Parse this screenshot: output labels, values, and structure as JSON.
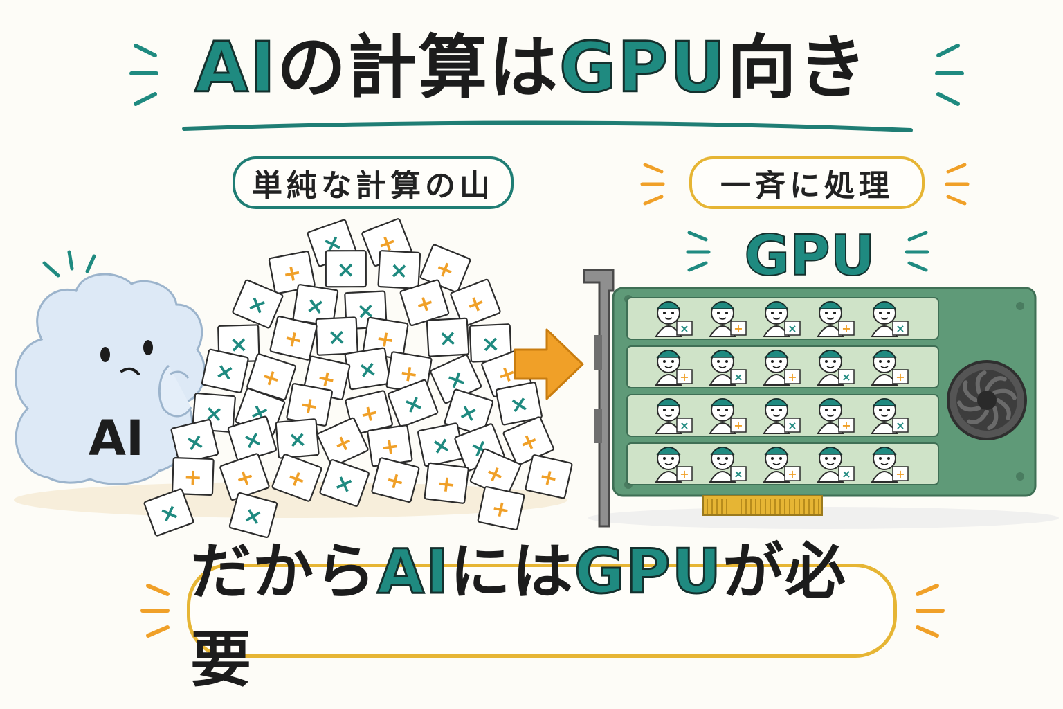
{
  "title": {
    "part1": "AI",
    "part2": "の計算は",
    "part3": "GPU",
    "part4": "向き"
  },
  "left_label": "単純な計算の山",
  "right_label": "一斉に処理",
  "gpu_label": "GPU",
  "ai_character_label": "AI",
  "card_symbols": [
    "×",
    "+"
  ],
  "bottom": {
    "part1": "だから",
    "part2": "AI",
    "part3": "には",
    "part4": "GPU",
    "part5": "が必要"
  },
  "colors": {
    "teal": "#1f8a80",
    "orange": "#f0a028",
    "yellow": "#e6b534",
    "board_green": "#5f9a78",
    "cloud": "#dde9f6"
  },
  "icons": [
    "sparkle-lines-icon",
    "arrow-right-icon",
    "fan-icon",
    "worker-icon",
    "cloud-character-icon"
  ]
}
